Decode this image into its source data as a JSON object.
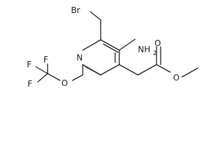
{
  "molecule": {
    "atoms": {
      "br": "Br",
      "n_ring": "N",
      "amino": "NH",
      "amino_subscript": "2",
      "o_carbonyl": "O",
      "o_ester": "O",
      "o_ether": "O",
      "f1": "F",
      "f2": "F",
      "f3": "F"
    }
  }
}
